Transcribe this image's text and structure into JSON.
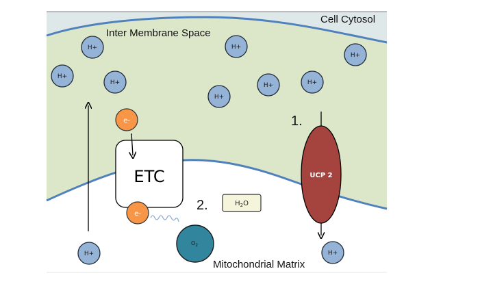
{
  "labels": {
    "cytosol": "Cell Cytosol",
    "intermembrane": "Inter Membrane Space",
    "matrix": "Mitochondrial Matrix",
    "step1": "1.",
    "step2": "2."
  },
  "proton_label": "H+",
  "electron_label": "e-",
  "etc_label": "ETC",
  "ucp_label": "UCP 2",
  "oxygen": {
    "main": "O",
    "sub": "2"
  },
  "water": {
    "pre": "H",
    "sub": "2",
    "post": "O"
  },
  "colors": {
    "cytosol": "#dfe8e8",
    "intermembrane": "#dce6c8",
    "membrane": "#4f81bd",
    "proton_fill": "#95b3d7",
    "electron_fill": "#f79646",
    "oxygen_fill": "#31859c",
    "ucp_fill": "#a5433f",
    "water_fill": "#f5f5dc"
  }
}
